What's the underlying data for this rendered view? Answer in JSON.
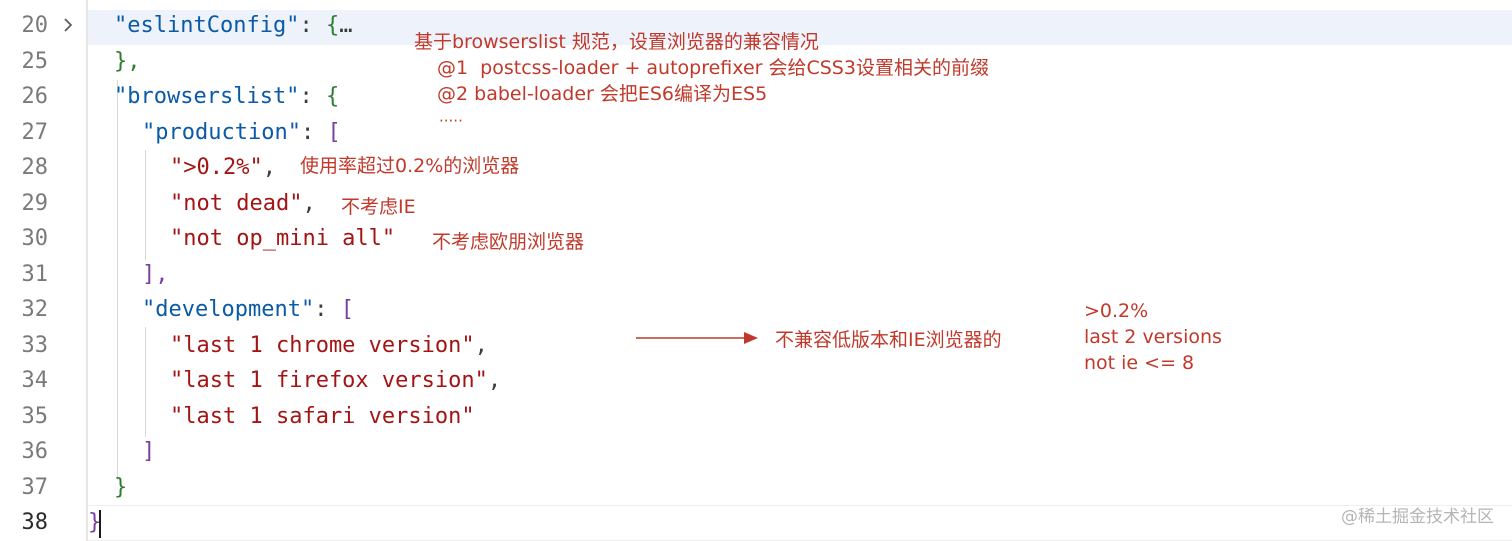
{
  "line_numbers": [
    "20",
    "25",
    "26",
    "27",
    "28",
    "29",
    "30",
    "31",
    "32",
    "33",
    "34",
    "35",
    "36",
    "37",
    "38"
  ],
  "code": {
    "l20_key": "\"eslintConfig\"",
    "l20_colon": ": ",
    "l20_brace": "{",
    "l20_fold": "…",
    "l25": "},",
    "l26_key": "\"browserslist\"",
    "l26_colon": ": ",
    "l26_brace": "{",
    "l27_key": "\"production\"",
    "l27_colon": ": ",
    "l27_bracket": "[",
    "l28_str": "\">0.2%\"",
    "l28_comma": ",",
    "l29_str": "\"not dead\"",
    "l29_comma": ",",
    "l30_str": "\"not op_mini all\"",
    "l31": "],",
    "l32_key": "\"development\"",
    "l32_colon": ": ",
    "l32_bracket": "[",
    "l33_str": "\"last 1 chrome version\"",
    "l33_comma": ",",
    "l34_str": "\"last 1 firefox version\"",
    "l34_comma": ",",
    "l35_str": "\"last 1 safari version\"",
    "l36": "]",
    "l37": "}",
    "l38": "}"
  },
  "annotations": {
    "a1": "基于browserslist 规范，设置浏览器的兼容情况",
    "a2": "@1  postcss-loader + autoprefixer 会给CSS3设置相关的前缀",
    "a3": "@2 babel-loader 会把ES6编译为ES5",
    "a4": "·····",
    "a5": "使用率超过0.2%的浏览器",
    "a6": "不考虑IE",
    "a7": "不考虑欧朋浏览器",
    "a8": "不兼容低版本和IE浏览器的",
    "d1": ">0.2%",
    "d2": "last 2 versions",
    "d3": "not ie <= 8"
  },
  "watermark": "@稀土掘金技术社区",
  "colors": {
    "annotation": "#c0392b",
    "key": "#0b5aa6",
    "string": "#a31515",
    "bracket": "#2e7d32"
  },
  "icons": {
    "fold": "chevron-right-icon",
    "arrow": "arrow-right-icon"
  }
}
